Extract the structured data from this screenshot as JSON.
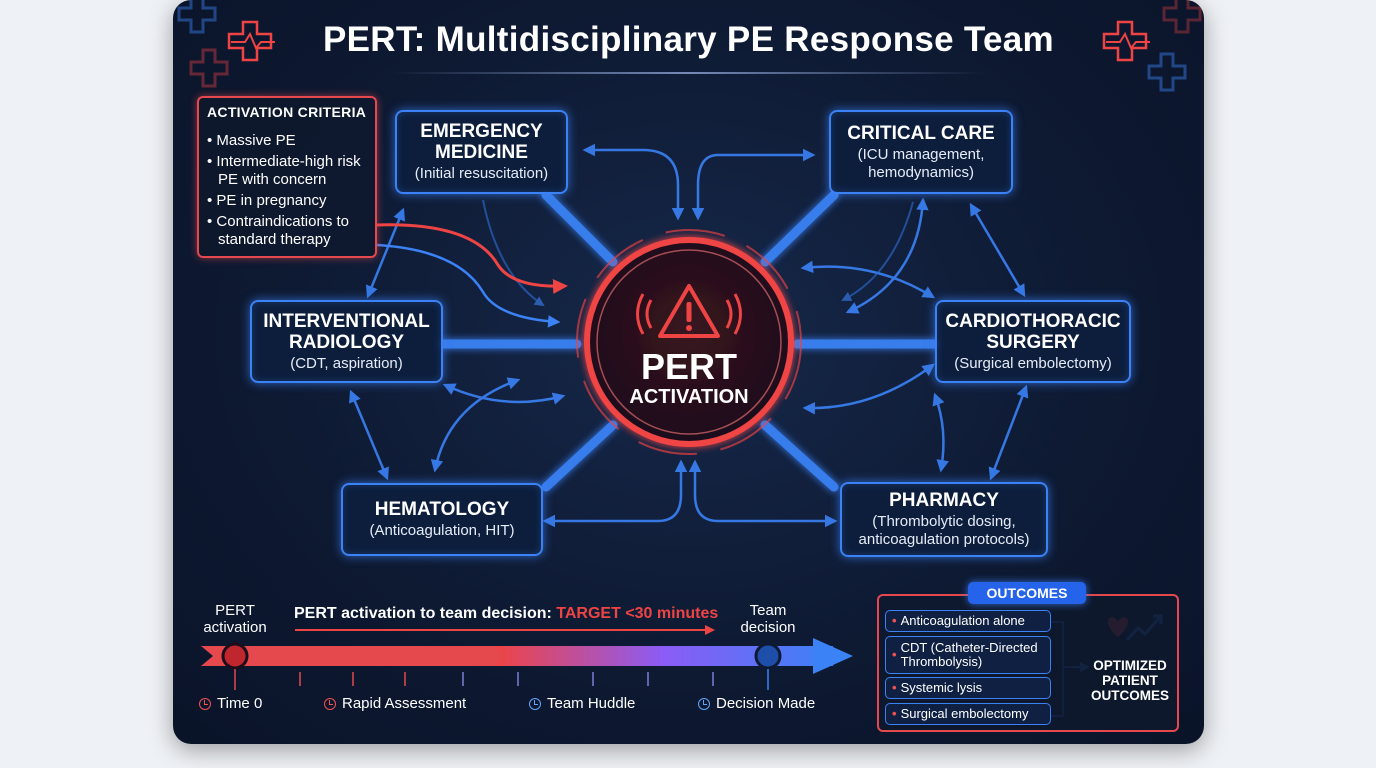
{
  "title": "PERT: Multidisciplinary PE Response Team",
  "activation_criteria": {
    "title": "ACTIVATION CRITERIA",
    "items": [
      "Massive PE",
      "Intermediate-high risk PE with concern",
      "PE in pregnancy",
      "Contraindications to standard therapy"
    ]
  },
  "center": {
    "title": "PERT",
    "subtitle": "ACTIVATION"
  },
  "nodes": {
    "emergency": {
      "title": "EMERGENCY MEDICINE",
      "sub": "(Initial resuscitation)"
    },
    "critical_care": {
      "title": "CRITICAL CARE",
      "sub": "(ICU management, hemodynamics)"
    },
    "interventional": {
      "title": "INTERVENTIONAL RADIOLOGY",
      "sub": "(CDT, aspiration)"
    },
    "cardiothoracic": {
      "title": "CARDIOTHORACIC SURGERY",
      "sub": "(Surgical embolectomy)"
    },
    "hematology": {
      "title": "HEMATOLOGY",
      "sub": "(Anticoagulation, HIT)"
    },
    "pharmacy": {
      "title": "PHARMACY",
      "sub": "(Thrombolytic dosing, anticoagulation protocols)"
    }
  },
  "timeline": {
    "start_label": "PERT activation",
    "end_label": "Team decision",
    "headline": "PERT activation to team decision:",
    "target": "TARGET <30 minutes",
    "phases": [
      "Time 0",
      "Rapid Assessment",
      "Team Huddle",
      "Decision Made"
    ]
  },
  "outcomes": {
    "tag": "OUTCOMES",
    "options": [
      "Anticoagulation alone",
      "CDT (Catheter-Directed Thrombolysis)",
      "Systemic lysis",
      "Surgical embolectomy"
    ],
    "result": "OPTIMIZED PATIENT OUTCOMES"
  },
  "colors": {
    "accent_blue": "#3b82f6",
    "alert_red": "#e5484d",
    "background": "#0e1a33"
  },
  "icons": [
    "medical-cross-icon",
    "heartbeat-cross-icon",
    "alert-triangle-icon",
    "heart-trend-icon",
    "clock-icon"
  ]
}
